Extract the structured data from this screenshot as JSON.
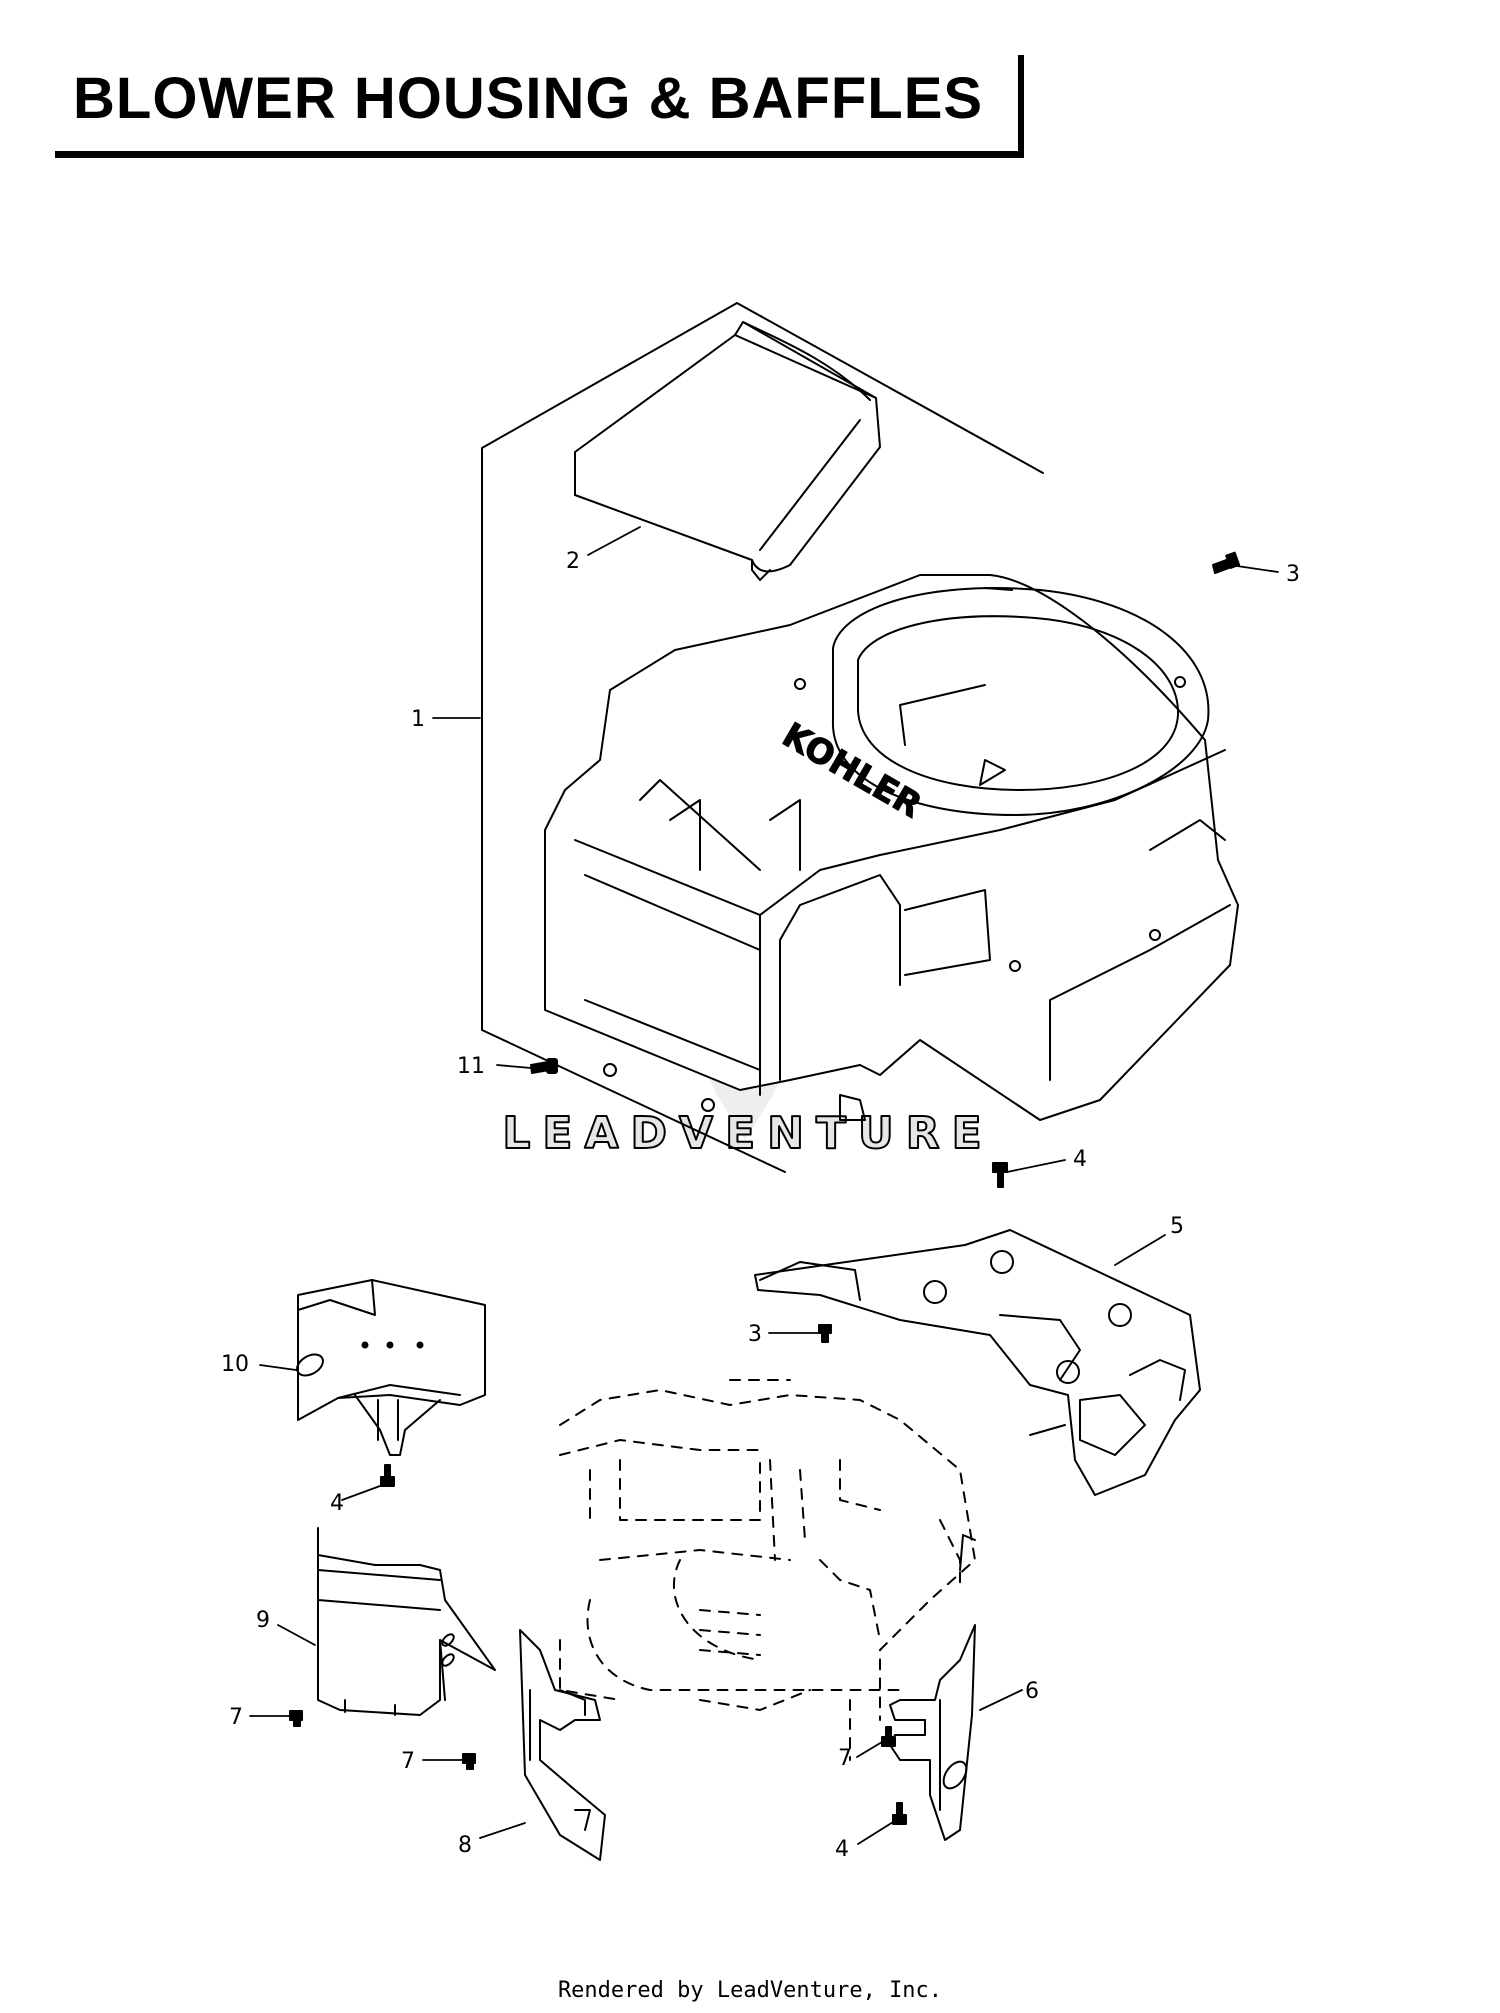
{
  "page": {
    "title": "BLOWER HOUSING & BAFFLES",
    "footer": "Rendered by LeadVenture, Inc."
  },
  "watermark": {
    "text": "LEADVENTURE"
  },
  "housing": {
    "logo_text": "KOHLER"
  },
  "callouts": [
    {
      "id": "c1",
      "label": "1"
    },
    {
      "id": "c2",
      "label": "2"
    },
    {
      "id": "c3a",
      "label": "3"
    },
    {
      "id": "c3b",
      "label": "3"
    },
    {
      "id": "c4a",
      "label": "4"
    },
    {
      "id": "c4b",
      "label": "4"
    },
    {
      "id": "c4c",
      "label": "4"
    },
    {
      "id": "c5",
      "label": "5"
    },
    {
      "id": "c6",
      "label": "6"
    },
    {
      "id": "c7a",
      "label": "7"
    },
    {
      "id": "c7b",
      "label": "7"
    },
    {
      "id": "c7c",
      "label": "7"
    },
    {
      "id": "c8",
      "label": "8"
    },
    {
      "id": "c9",
      "label": "9"
    },
    {
      "id": "c10",
      "label": "10"
    },
    {
      "id": "c11",
      "label": "11"
    }
  ]
}
